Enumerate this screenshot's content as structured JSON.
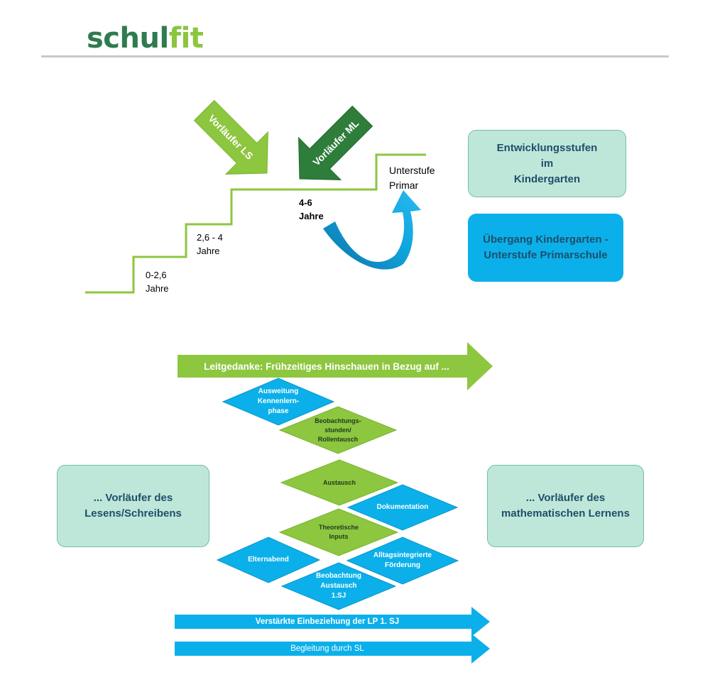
{
  "logo": {
    "part1": "schul",
    "part2": "fit"
  },
  "staircase": {
    "arrow_ls": "Vorläufer LS",
    "arrow_ml": "Vorläufer ML",
    "step1": "0-2,6\nJahre",
    "step2": "2,6 - 4\nJahre",
    "step3": "4-6\nJahre",
    "top": "Unterstufe\nPrimar"
  },
  "boxes": {
    "entwicklung": "Entwicklungsstufen\nim\nKindergarten",
    "uebergang": "Übergang Kindergarten -\nUnterstufe Primarschule",
    "lesen": "... Vorläufer des\nLesens/Schreibens",
    "mathe": "... Vorläufer des\nmathematischen Lernens"
  },
  "leitgedanke": "Leitgedanke: Frühzeitiges Hinschauen in Bezug auf ...",
  "diamonds": [
    {
      "label": "Ausweitung\nKennenlern-\nphase",
      "kind": "blue"
    },
    {
      "label": "Beobachtungs-\nstunden/\nRollentausch",
      "kind": "green"
    },
    {
      "label": "Austausch",
      "kind": "green"
    },
    {
      "label": "Dokumentation",
      "kind": "blue"
    },
    {
      "label": "Theoretische\nInputs",
      "kind": "green"
    },
    {
      "label": "Elternabend",
      "kind": "blue"
    },
    {
      "label": "Alltagsintegrierte\nFörderung",
      "kind": "blue"
    },
    {
      "label": "Beobachtung\nAustausch\n1.SJ",
      "kind": "blue"
    }
  ],
  "bottom_arrows": {
    "arrow1": "Verstärkte Einbeziehung der LP 1. SJ",
    "arrow2": "Begleitung durch SL"
  },
  "colors": {
    "green_light": "#8dc63f",
    "green_dark": "#2e7d3b",
    "blue": "#0bb0ea",
    "box_mint": "#bfe7d9",
    "line_green": "#8dc63f"
  }
}
